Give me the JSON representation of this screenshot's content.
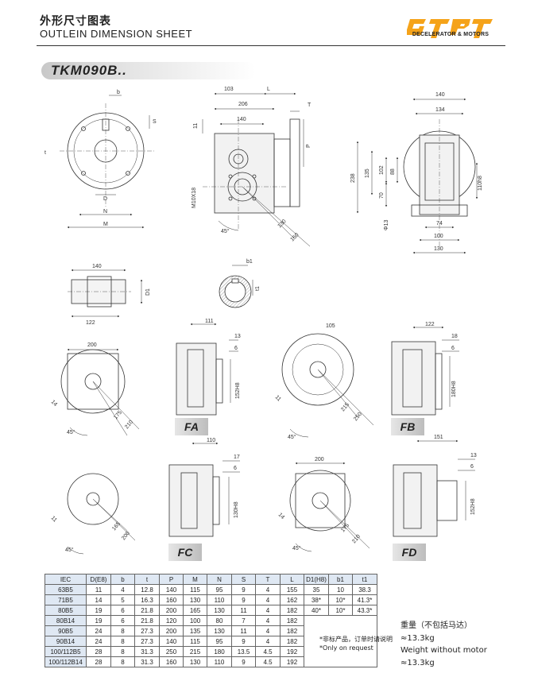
{
  "header": {
    "title_cn": "外形尺寸图表",
    "title_en": "OUTLEIN DIMENSION SHEET",
    "logo_tagline": "DECELERATOR & MOTORS",
    "brand_color": "#f5a31a"
  },
  "model": "TKM090B..",
  "drawing_labels": {
    "flange": {
      "b": "b",
      "S": "S",
      "t": "t",
      "D": "D",
      "N": "N",
      "M": "M"
    },
    "side": {
      "d103": "103",
      "L": "L",
      "T": "T",
      "d206": "206",
      "d140": "140",
      "d11": "11",
      "P": "P",
      "thread": "M10X18",
      "angle": "45°",
      "d130": "130",
      "d160": "160"
    },
    "end": {
      "d140": "140",
      "d134": "134",
      "d238": "238",
      "d135": "135",
      "d102": "102",
      "d88": "88",
      "d70": "70",
      "bore": "110h8",
      "hole": "Φ13",
      "d74": "74",
      "d100": "100",
      "d130": "130"
    },
    "shaft": {
      "d140": "140",
      "D1": "D1",
      "d122": "122",
      "b1": "b1",
      "t1": "t1"
    },
    "fa": {
      "d200": "200",
      "d14": "14",
      "angle": "45°",
      "d175": "175",
      "d210": "210",
      "d111": "111",
      "d13": "13",
      "d6": "6",
      "bore": "152H8"
    },
    "fb": {
      "d105": "105",
      "d11": "11",
      "angle": "45°",
      "d215": "215",
      "d250": "250",
      "d122": "122",
      "d18": "18",
      "d6": "6",
      "bore": "180H8"
    },
    "fc": {
      "d11": "11",
      "angle": "45°",
      "d165": "165",
      "d200": "200",
      "d110": "110",
      "d17": "17",
      "d6": "6",
      "bore": "130H8"
    },
    "fd": {
      "d200": "200",
      "d14": "14",
      "angle": "45°",
      "d175": "175",
      "d210": "210",
      "d151": "151",
      "d13": "13",
      "d6": "6",
      "bore": "152H8"
    }
  },
  "mount_labels": {
    "fa": "FA",
    "fb": "FB",
    "fc": "FC",
    "fd": "FD"
  },
  "table": {
    "headers": [
      "IEC",
      "D(E8)",
      "b",
      "t",
      "P",
      "M",
      "N",
      "S",
      "T",
      "L",
      "D1(H8)",
      "b1",
      "t1"
    ],
    "rows": [
      [
        "63B5",
        "11",
        "4",
        "12.8",
        "140",
        "115",
        "95",
        "9",
        "4",
        "155",
        "35",
        "10",
        "38.3"
      ],
      [
        "71B5",
        "14",
        "5",
        "16.3",
        "160",
        "130",
        "110",
        "9",
        "4",
        "162",
        "38*",
        "10*",
        "41.3*"
      ],
      [
        "80B5",
        "19",
        "6",
        "21.8",
        "200",
        "165",
        "130",
        "11",
        "4",
        "182",
        "40*",
        "10*",
        "43.3*"
      ],
      [
        "80B14",
        "19",
        "6",
        "21.8",
        "120",
        "100",
        "80",
        "7",
        "4",
        "182",
        "",
        "",
        ""
      ],
      [
        "90B5",
        "24",
        "8",
        "27.3",
        "200",
        "135",
        "130",
        "11",
        "4",
        "182",
        "",
        "",
        ""
      ],
      [
        "90B14",
        "24",
        "8",
        "27.3",
        "140",
        "115",
        "95",
        "9",
        "4",
        "182",
        "",
        "",
        ""
      ],
      [
        "100/112B5",
        "28",
        "8",
        "31.3",
        "250",
        "215",
        "180",
        "13.5",
        "4.5",
        "192",
        "",
        "",
        ""
      ],
      [
        "100/112B14",
        "28",
        "8",
        "31.3",
        "160",
        "130",
        "110",
        "9",
        "4.5",
        "192",
        "",
        "",
        ""
      ]
    ]
  },
  "note": {
    "cn": "*非标产品，订单时请说明",
    "en": "*Only on request"
  },
  "weight": {
    "cn_label": "重量（不包括马达）",
    "cn_value": "≈13.3kg",
    "en_label": "Weight without motor",
    "en_value": "≈13.3kg"
  }
}
